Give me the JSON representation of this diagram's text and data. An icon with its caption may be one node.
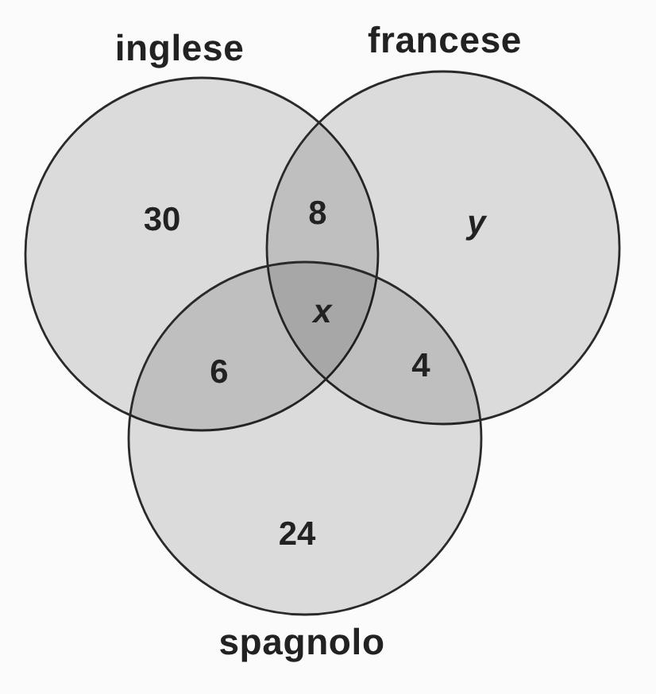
{
  "diagram": {
    "nodes": [
      {
        "text": [
          "inglese"
        ]
      },
      {
        "text": [
          "francese"
        ]
      },
      {
        "text": [
          "spagnolo"
        ]
      }
    ],
    "labels": [
      "30",
      "8",
      "y",
      "x",
      "6",
      "4",
      "24"
    ]
  }
}
